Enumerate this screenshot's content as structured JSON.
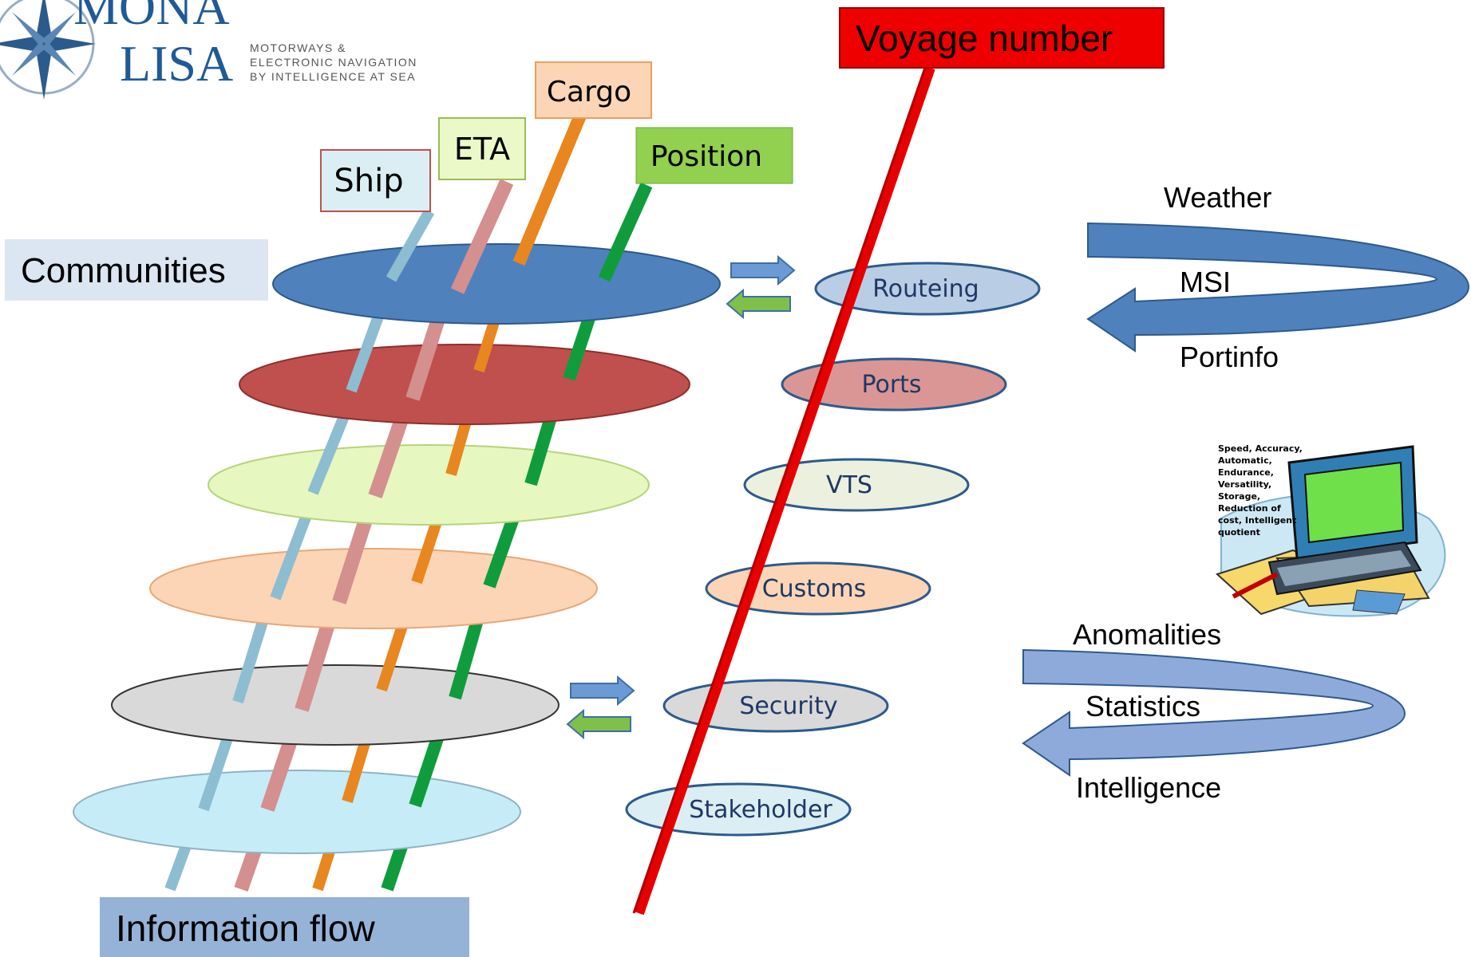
{
  "logo": {
    "word1": "MONA",
    "word2": "LISA",
    "tag1": "MOTORWAYS &",
    "tag2": "ELECTRONIC NAVIGATION",
    "tag3": "BY INTELLIGENCE AT SEA"
  },
  "flags": {
    "ship": "Ship",
    "eta": "ETA",
    "cargo": "Cargo",
    "position": "Position",
    "voyage": "Voyage number"
  },
  "labels": {
    "communities": "Communities",
    "information_flow": "Information flow"
  },
  "services": {
    "routeing": "Routeing",
    "ports": "Ports",
    "vts": "VTS",
    "customs": "Customs",
    "security": "Security",
    "stakeholder": "Stakeholder"
  },
  "feeds_top": {
    "weather": "Weather",
    "msi": "MSI",
    "portinfo": "Portinfo"
  },
  "feeds_bottom": {
    "anomalities": "Anomalities",
    "statistics": "Statistics",
    "intelligence": "Intelligence"
  },
  "computer_note": {
    "lines": [
      "Speed, Accuracy,",
      "Automatic,",
      "Endurance,",
      "Versatility,",
      "Storage,",
      "Reduction of",
      "cost, Intelligent",
      "quotient"
    ]
  },
  "colors": {
    "blue_disc": "#4f81bd",
    "red_disc": "#c0504d",
    "green_disc": "#e6f7c0",
    "orange_disc": "#fbd5b5",
    "grey_disc": "#d9d9d9",
    "cyan_disc": "#c6ecf7",
    "voyage_red": "#e60000"
  }
}
